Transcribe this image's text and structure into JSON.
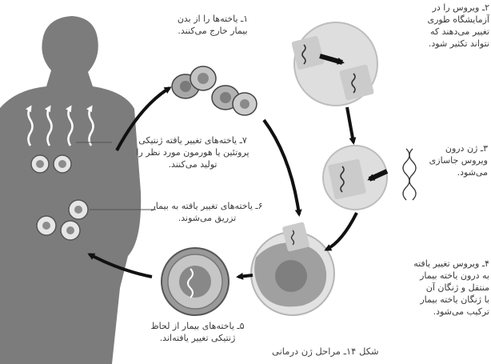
{
  "steps": [
    {
      "id": "step1",
      "text": "۱ـ یاخته‌ها را از بدن\nبیمار خارج می‌کنند."
    },
    {
      "id": "step2",
      "text": "۲ـ ویروس را در\nآزمایشگاه طوری\nتغییر می‌دهند که\nنتواند تکثیر شود."
    },
    {
      "id": "step3",
      "text": "۳ـ ژن درون\nویروس جاسازی\nمی‌شود."
    },
    {
      "id": "step4",
      "text": "۴ـ ویروس تغییر یافته\nبه درون یاخته بیمار\nمنتقل و ژنگان آن\nبا ژنگان یاخته بیمار\nترکیب می‌شود."
    },
    {
      "id": "step5",
      "text": "۵ـ یاخته‌های بیمار از لحاظ\nژنتیکی تغییر یافته‌اند."
    },
    {
      "id": "step6",
      "text": "۶ـ یاخته‌های تغییر یافته به بیمار\nتزریق می‌شوند."
    },
    {
      "id": "step7",
      "text": "۷ـ یاخته‌های تغییر یافته ژنتیکی\nپروتئین یا هورمون مورد نظر را\nتولید می‌کنند."
    }
  ],
  "caption": "شکل ۱۴ـ مراحل ژن درمانی",
  "colors": {
    "body": "#7c7c7c",
    "cell_light": "#dedede",
    "cell_dark": "#9a9a9a",
    "arrow": "#111111"
  }
}
